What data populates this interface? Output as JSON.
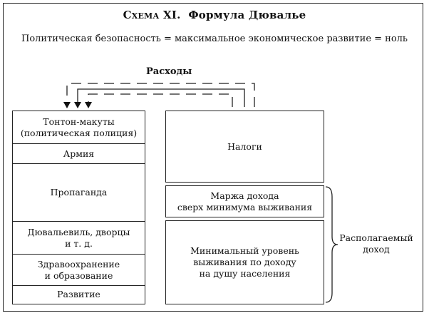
{
  "title": {
    "schema_word": "Схема",
    "schema_number": "XI.",
    "name": "Формула Дювалье"
  },
  "formula": "Политическая безопасность = максимальное экономическое развитие = ноль",
  "expenses_label": "Расходы",
  "expenditures": [
    {
      "label": "Тонтон-макуты\n(политическая полиция)"
    },
    {
      "label": "Армия"
    },
    {
      "label": "Пропаганда"
    },
    {
      "label": "Дювальевиль, дворцы\nи т. д."
    },
    {
      "label": "Здравоохранение\nи образование"
    },
    {
      "label": "Развитие"
    }
  ],
  "income": {
    "taxes": "Налоги",
    "margin": "Маржа дохода\nсверх минимума выживания",
    "minimum": "Минимальный уровень\nвыживания по доходу\nна душу населения"
  },
  "disposable_income_label": "Располагаемый\nдоход"
}
